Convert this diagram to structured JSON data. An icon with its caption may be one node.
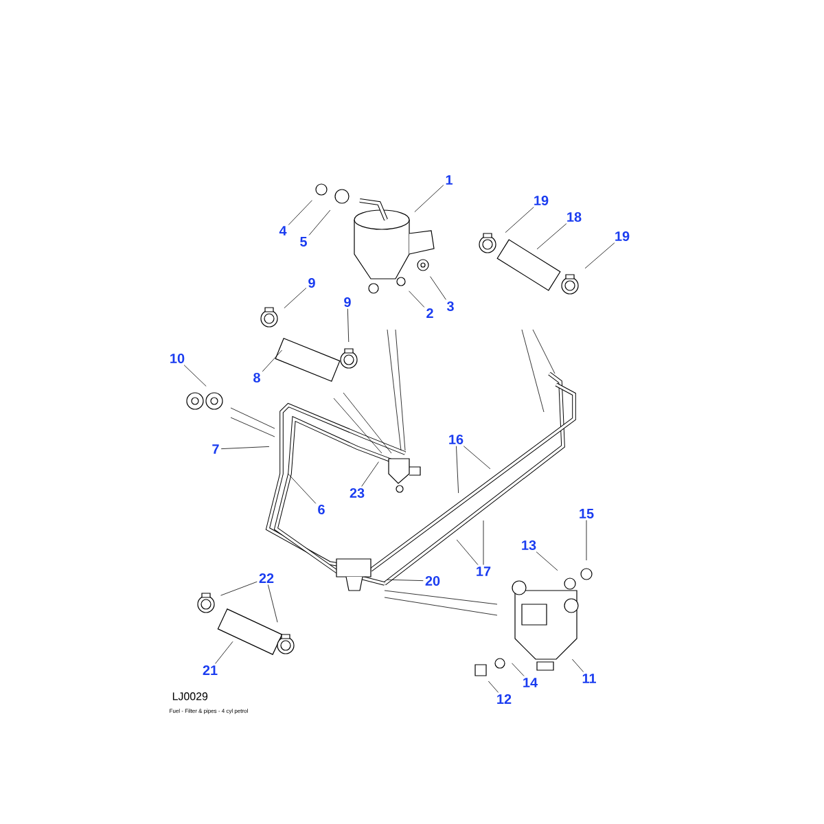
{
  "diagram": {
    "nodes": [
      {
        "text": [
          "1"
        ]
      },
      {
        "text": [
          "19"
        ]
      },
      {
        "text": [
          "18"
        ]
      },
      {
        "text": [
          "4"
        ]
      },
      {
        "text": [
          "19"
        ]
      },
      {
        "text": [
          "5"
        ]
      },
      {
        "text": [
          "9"
        ]
      },
      {
        "text": [
          "9"
        ]
      },
      {
        "text": [
          "3"
        ]
      },
      {
        "text": [
          "2"
        ]
      },
      {
        "text": [
          "10"
        ]
      },
      {
        "text": [
          "8"
        ]
      },
      {
        "text": [
          "16"
        ]
      },
      {
        "text": [
          "7"
        ]
      },
      {
        "text": [
          "23"
        ]
      },
      {
        "text": [
          "6"
        ]
      },
      {
        "text": [
          "15"
        ]
      },
      {
        "text": [
          "13"
        ]
      },
      {
        "text": [
          "17"
        ]
      },
      {
        "text": [
          "22"
        ]
      },
      {
        "text": [
          "20"
        ]
      },
      {
        "text": [
          "21"
        ]
      },
      {
        "text": [
          "11"
        ]
      },
      {
        "text": [
          "14"
        ]
      },
      {
        "text": [
          "12"
        ]
      }
    ],
    "edges": [
      {
        "from": 0,
        "to": null,
        "arrow": "none"
      },
      {
        "from": 1,
        "to": null,
        "arrow": "none"
      },
      {
        "from": 2,
        "to": null,
        "arrow": "none"
      },
      {
        "from": 3,
        "to": null,
        "arrow": "none"
      },
      {
        "from": 4,
        "to": null,
        "arrow": "none"
      },
      {
        "from": 5,
        "to": null,
        "arrow": "none"
      },
      {
        "from": 6,
        "to": null,
        "arrow": "none"
      },
      {
        "from": 7,
        "to": null,
        "arrow": "none"
      },
      {
        "from": 8,
        "to": null,
        "arrow": "none"
      },
      {
        "from": 9,
        "to": null,
        "arrow": "none"
      },
      {
        "from": 10,
        "to": null,
        "arrow": "none"
      },
      {
        "from": 11,
        "to": null,
        "arrow": "none"
      },
      {
        "from": 12,
        "to": null,
        "arrow": "none"
      },
      {
        "from": 12,
        "to": null,
        "arrow": "none"
      },
      {
        "from": 13,
        "to": null,
        "arrow": "none"
      },
      {
        "from": 14,
        "to": null,
        "arrow": "none"
      },
      {
        "from": 15,
        "to": null,
        "arrow": "none"
      },
      {
        "from": 16,
        "to": null,
        "arrow": "none"
      },
      {
        "from": 17,
        "to": null,
        "arrow": "none"
      },
      {
        "from": 18,
        "to": null,
        "arrow": "none"
      },
      {
        "from": 18,
        "to": null,
        "arrow": "none"
      },
      {
        "from": 19,
        "to": null,
        "arrow": "none"
      },
      {
        "from": 19,
        "to": null,
        "arrow": "none"
      },
      {
        "from": 20,
        "to": null,
        "arrow": "none"
      },
      {
        "from": 21,
        "to": null,
        "arrow": "none"
      },
      {
        "from": 22,
        "to": null,
        "arrow": "none"
      },
      {
        "from": 23,
        "to": null,
        "arrow": "none"
      },
      {
        "from": 24,
        "to": null,
        "arrow": "none"
      }
    ],
    "labels": [
      "LJ0029",
      "Fuel - Filter & pipes - 4 cyl petrol"
    ]
  }
}
